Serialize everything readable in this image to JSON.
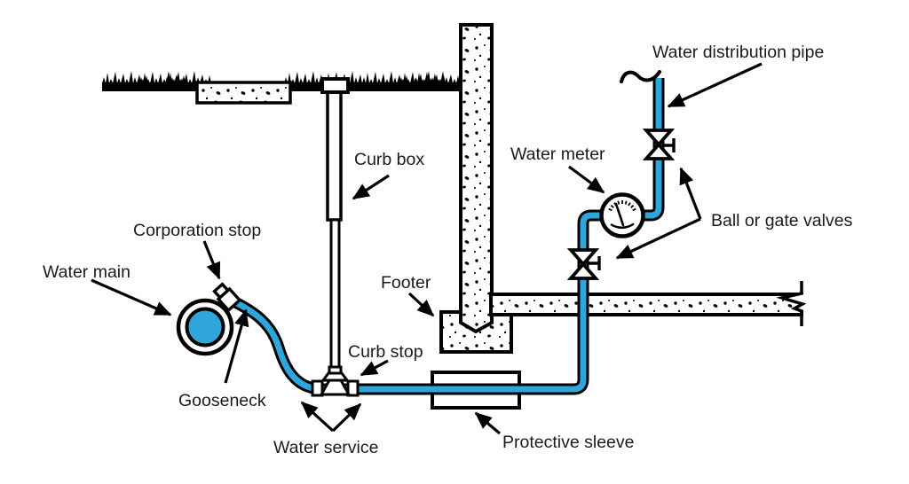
{
  "labels": {
    "water_distribution_pipe": "Water distribution pipe",
    "water_meter": "Water meter",
    "ball_or_gate_valves": "Ball or gate valves",
    "curb_box": "Curb box",
    "corporation_stop": "Corporation stop",
    "water_main": "Water main",
    "footer": "Footer",
    "curb_stop": "Curb stop",
    "gooseneck": "Gooseneck",
    "water_service": "Water service",
    "protective_sleeve": "Protective sleeve"
  },
  "colors": {
    "pipe_blue": "#2fa6db",
    "ink": "#000000",
    "text": "#1b1b1b",
    "background": "#ffffff"
  }
}
